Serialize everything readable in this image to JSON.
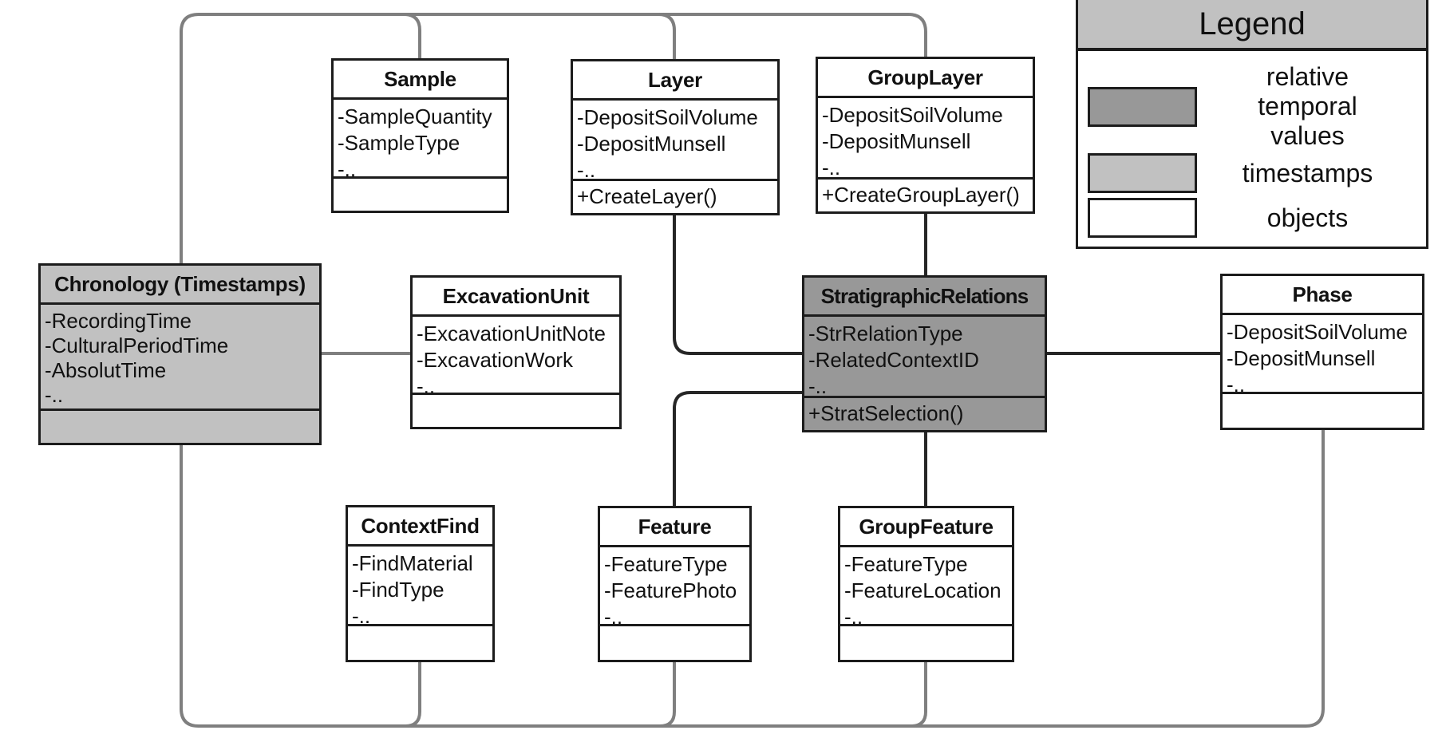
{
  "diagram": {
    "type": "uml-class-diagram",
    "classes": [
      {
        "id": "sample",
        "name": "Sample",
        "category": "objects",
        "attributes": [
          "-SampleQuantity",
          "-SampleType",
          "-.."
        ],
        "methods": []
      },
      {
        "id": "layer",
        "name": "Layer",
        "category": "objects",
        "attributes": [
          "-DepositSoilVolume",
          "-DepositMunsell",
          "-.."
        ],
        "methods": [
          "+CreateLayer()"
        ]
      },
      {
        "id": "grouplayer",
        "name": "GroupLayer",
        "category": "objects",
        "attributes": [
          "-DepositSoilVolume",
          "-DepositMunsell",
          "-.."
        ],
        "methods": [
          "+CreateGroupLayer()"
        ]
      },
      {
        "id": "chronology",
        "name": "Chronology (Timestamps)",
        "category": "timestamps",
        "attributes": [
          "-RecordingTime",
          "-CulturalPeriodTime",
          "-AbsolutTime",
          "-.."
        ],
        "methods": []
      },
      {
        "id": "excavationunit",
        "name": "ExcavationUnit",
        "category": "objects",
        "attributes": [
          "-ExcavationUnitNote",
          "-ExcavationWork",
          "-.."
        ],
        "methods": []
      },
      {
        "id": "stratigraphicrelations",
        "name": "StratigraphicRelations",
        "category": "relative temporal values",
        "attributes": [
          "-StrRelationType",
          "-RelatedContextID",
          "-.."
        ],
        "methods": [
          "+StratSelection()"
        ]
      },
      {
        "id": "phase",
        "name": "Phase",
        "category": "objects",
        "attributes": [
          "-DepositSoilVolume",
          "-DepositMunsell",
          "-.."
        ],
        "methods": []
      },
      {
        "id": "contextfind",
        "name": "ContextFind",
        "category": "objects",
        "attributes": [
          "-FindMaterial",
          "-FindType",
          "-.."
        ],
        "methods": []
      },
      {
        "id": "feature",
        "name": "Feature",
        "category": "objects",
        "attributes": [
          "-FeatureType",
          "-FeaturePhoto",
          "-.."
        ],
        "methods": []
      },
      {
        "id": "groupfeature",
        "name": "GroupFeature",
        "category": "objects",
        "attributes": [
          "-FeatureType",
          "-FeatureLocation",
          "-.."
        ],
        "methods": []
      }
    ],
    "connections": [
      {
        "from": "chronology",
        "to": "sample",
        "style": "timestamps-gray"
      },
      {
        "from": "chronology",
        "to": "layer",
        "style": "timestamps-gray"
      },
      {
        "from": "chronology",
        "to": "grouplayer",
        "style": "timestamps-gray"
      },
      {
        "from": "chronology",
        "to": "excavationunit",
        "style": "timestamps-gray"
      },
      {
        "from": "chronology",
        "to": "contextfind",
        "style": "timestamps-gray"
      },
      {
        "from": "chronology",
        "to": "feature",
        "style": "timestamps-gray"
      },
      {
        "from": "chronology",
        "to": "groupfeature",
        "style": "timestamps-gray"
      },
      {
        "from": "chronology",
        "to": "phase",
        "style": "timestamps-gray"
      },
      {
        "from": "layer",
        "to": "stratigraphicrelations",
        "style": "black"
      },
      {
        "from": "grouplayer",
        "to": "stratigraphicrelations",
        "style": "black"
      },
      {
        "from": "feature",
        "to": "stratigraphicrelations",
        "style": "black"
      },
      {
        "from": "groupfeature",
        "to": "stratigraphicrelations",
        "style": "black"
      },
      {
        "from": "stratigraphicrelations",
        "to": "phase",
        "style": "black"
      }
    ],
    "legend": {
      "title": "Legend",
      "entries": [
        {
          "label": "relative temporal values",
          "color": "#989898"
        },
        {
          "label": "timestamps",
          "color": "#c1c1c1"
        },
        {
          "label": "objects",
          "color": "#ffffff"
        }
      ]
    },
    "colors": {
      "relative_temporal_values": "#989898",
      "timestamps": "#c1c1c1",
      "objects": "#ffffff",
      "box_border": "#1c1c1c",
      "gray_connector": "#7f7f7f",
      "black_connector": "#262626"
    }
  }
}
